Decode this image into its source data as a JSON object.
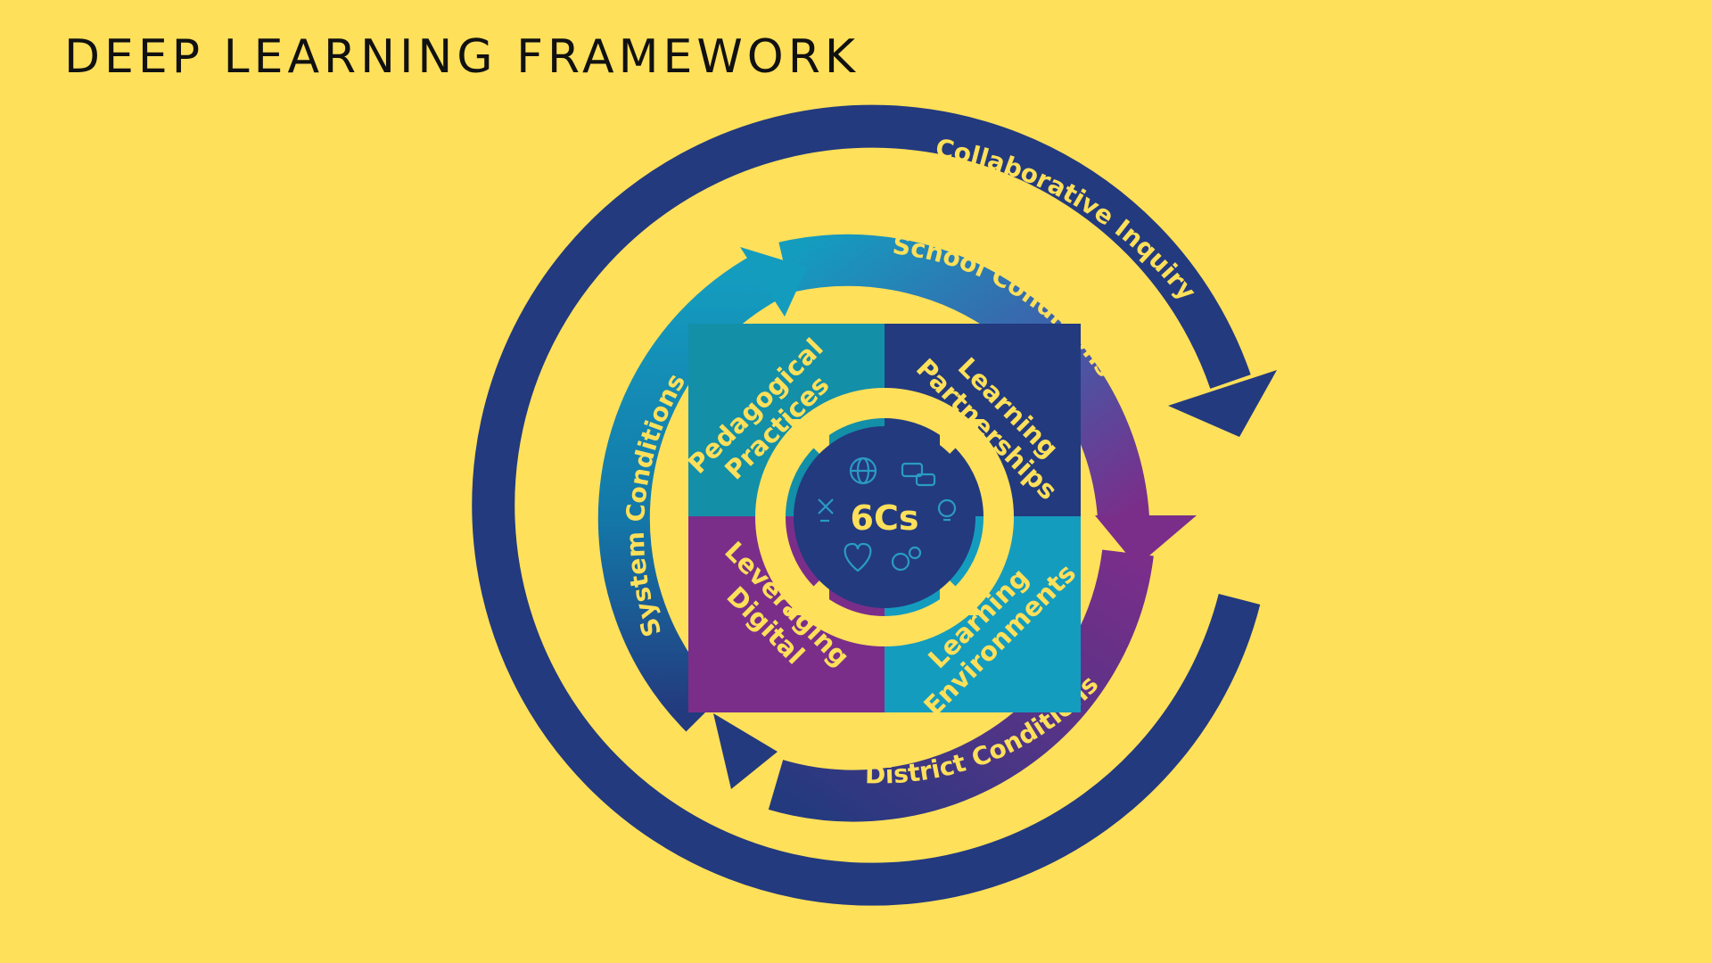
{
  "title": "DEEP LEARNING FRAMEWORK",
  "colors": {
    "background": "#FFE05A",
    "navy": "#233A7E",
    "teal": "#149CBF",
    "purple": "#7A2E8A",
    "accent_text": "#FFE05A"
  },
  "diagram": {
    "outer_ring": {
      "label": "Collaborative Inquiry"
    },
    "middle_ring": {
      "school": "School Conditions",
      "district": "District Conditions",
      "system": "System Conditions"
    },
    "quadrants": {
      "pedagogical": [
        "Pedagogical",
        "Practices"
      ],
      "partnerships": [
        "Learning",
        "Partnerships"
      ],
      "digital": [
        "Leveraging",
        "Digital"
      ],
      "environments": [
        "Learning",
        "Environments"
      ]
    },
    "core": {
      "label": "6Cs",
      "icons": [
        "globe-icon",
        "chat-icon",
        "arrows-icon",
        "lightbulb-icon",
        "heart-icon",
        "gears-icon"
      ]
    }
  }
}
